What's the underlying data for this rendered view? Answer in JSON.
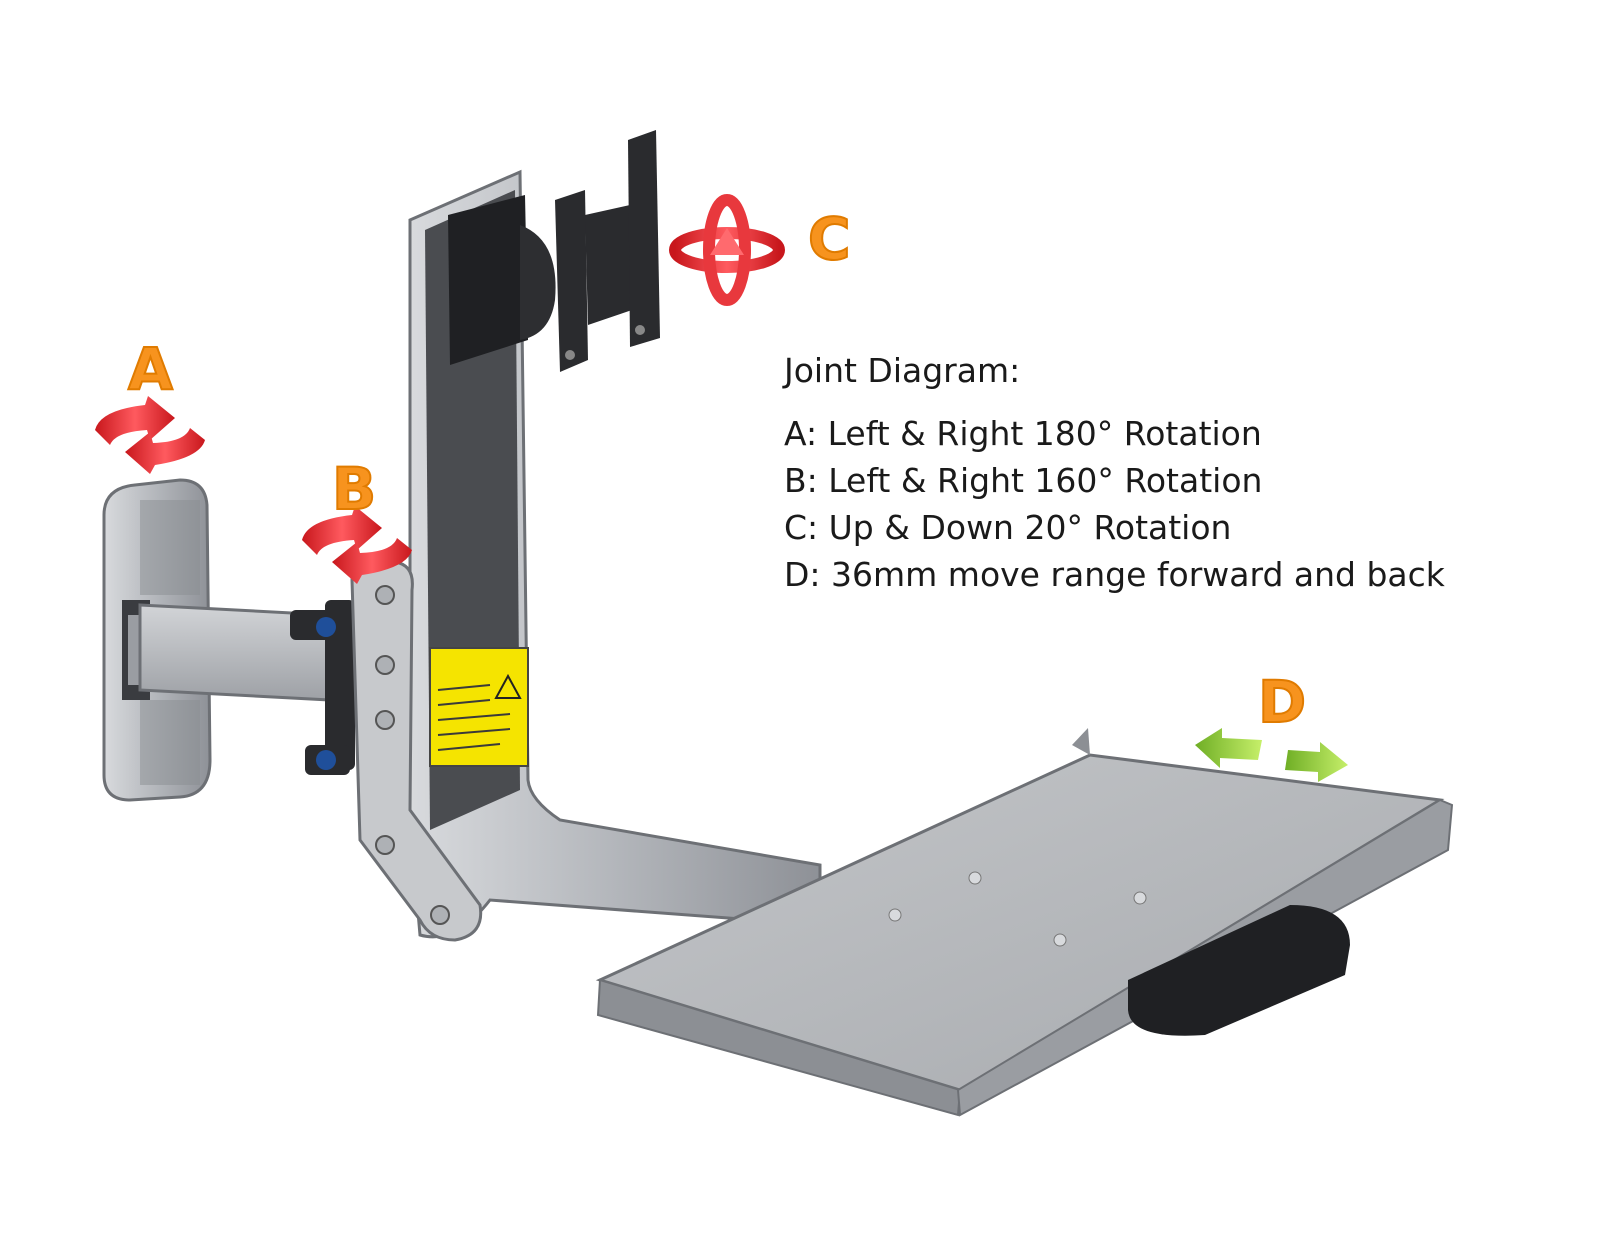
{
  "labels": {
    "a": "A",
    "b": "B",
    "c": "C",
    "d": "D"
  },
  "legend": {
    "title": "Joint Diagram:",
    "items": [
      "A: Left & Right 180° Rotation",
      "B: Left & Right 160° Rotation",
      "C: Up & Down 20° Rotation",
      "D: 36mm move range forward and back"
    ]
  },
  "colors": {
    "label_orange": "#f7931e",
    "rotation_red": "#e8383d",
    "slide_green": "#8dc63f",
    "metal": "#b9bcc1",
    "dark_part": "#2a2b2e",
    "warning_yellow": "#f5e400"
  },
  "icons": {
    "joint_a": "rotate-horizontal-icon",
    "joint_b": "rotate-horizontal-icon",
    "joint_c": "rotate-vertical-icon",
    "joint_d": "slide-left-right-icon"
  }
}
